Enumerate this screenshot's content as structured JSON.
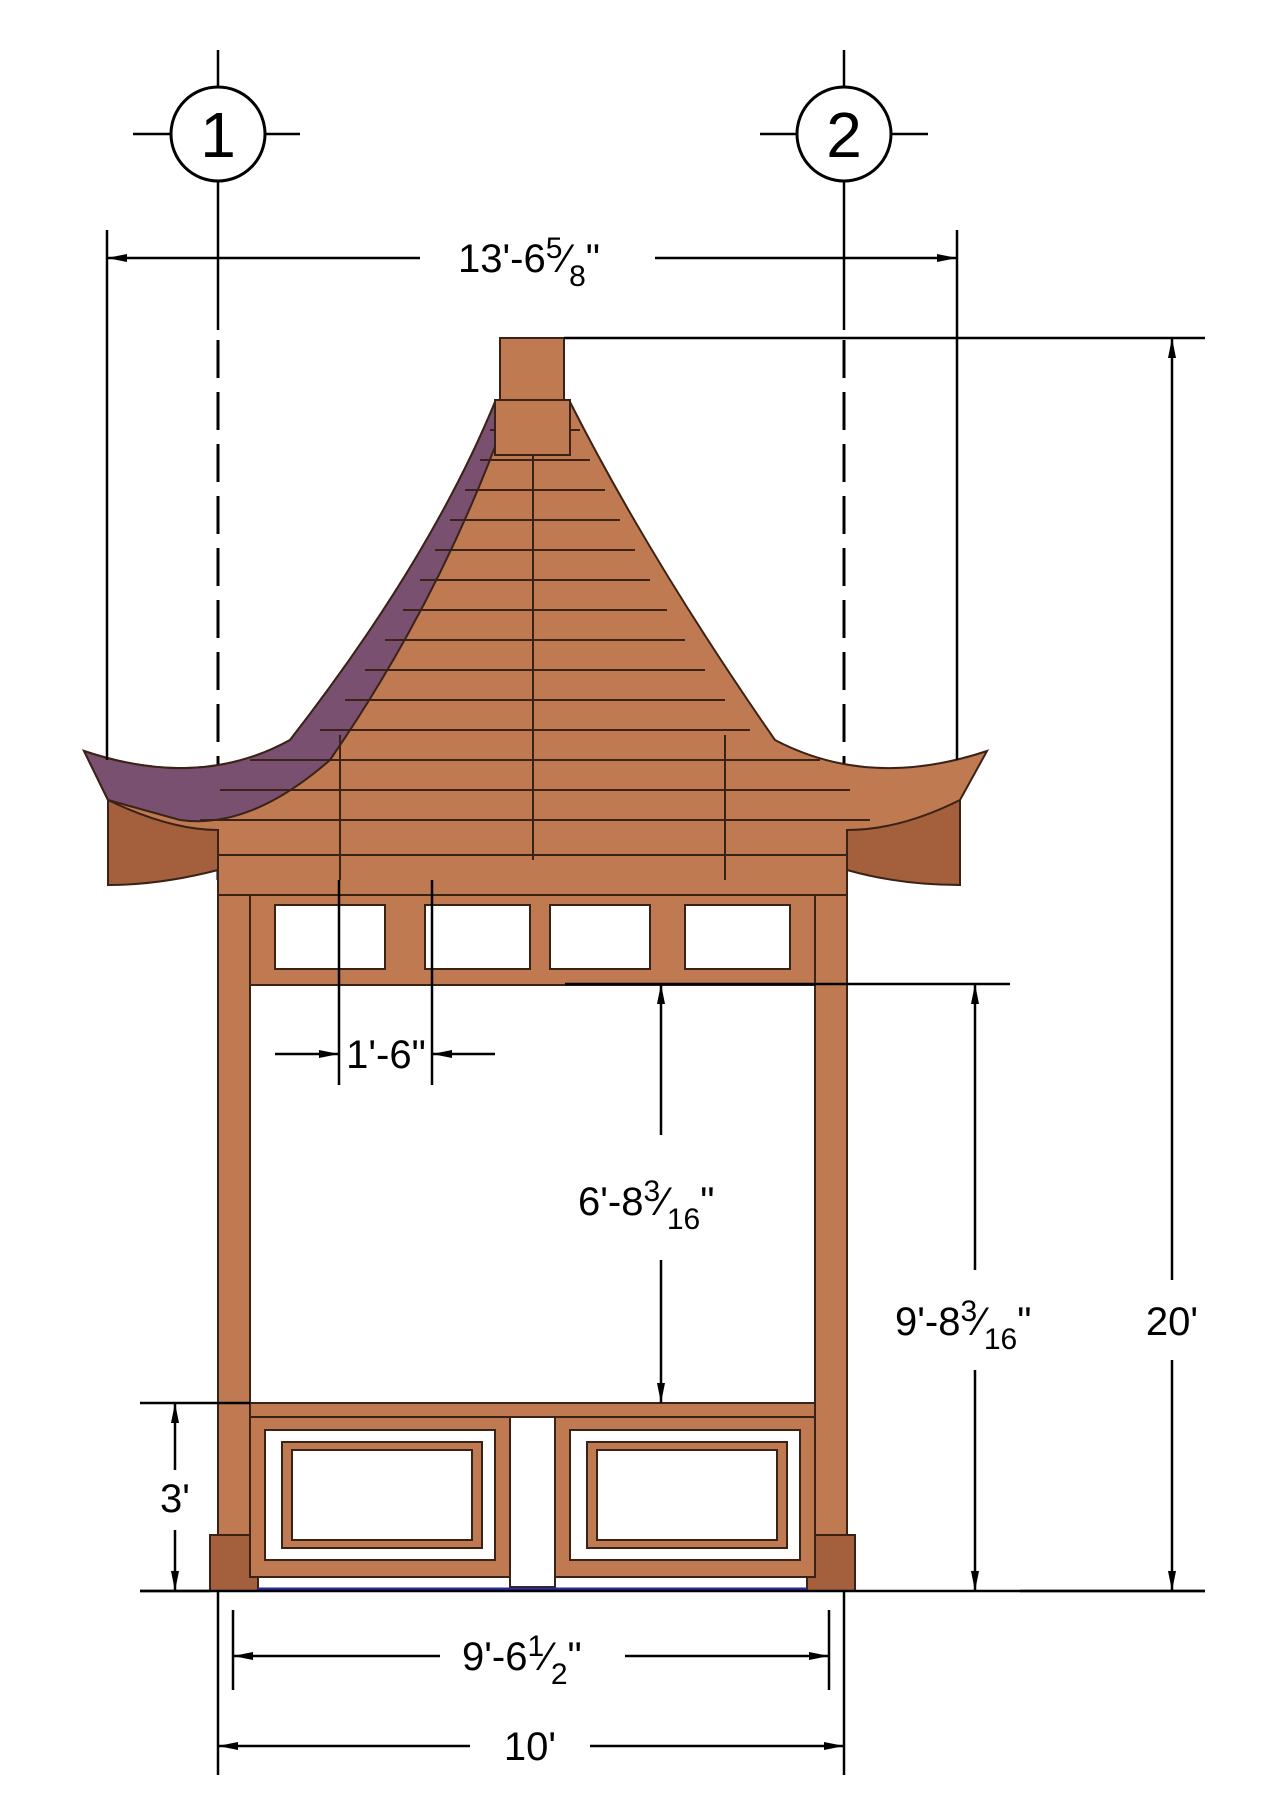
{
  "gridlines": [
    {
      "label": "1"
    },
    {
      "label": "2"
    }
  ],
  "dimensions": {
    "overall_roof_width": {
      "whole": "13'-6",
      "num": "5",
      "den": "8",
      "suffix": "\""
    },
    "overall_height": {
      "whole": "20'"
    },
    "post_height": {
      "whole": "9'-8",
      "num": "3",
      "den": "16",
      "suffix": "\""
    },
    "opening_height": {
      "whole": "6'-8",
      "num": "3",
      "den": "16",
      "suffix": "\""
    },
    "railing_height": {
      "whole": "3'"
    },
    "rafter_spacing": {
      "whole": "1'-6\""
    },
    "inner_width": {
      "whole": "9'-6",
      "num": "1",
      "den": "2",
      "suffix": "\""
    },
    "grid_spacing": {
      "whole": "10'"
    }
  },
  "colors": {
    "wood": "#c07a52",
    "wood_dark": "#a4603c",
    "roof_shadow": "#7a5070",
    "line": "#000000"
  }
}
